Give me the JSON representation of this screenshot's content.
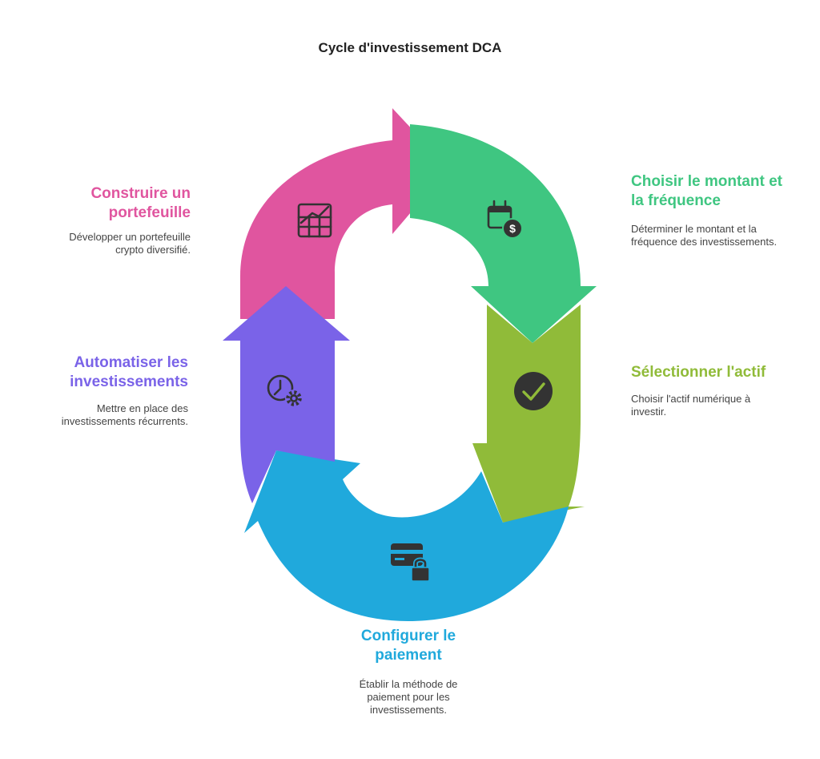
{
  "title": "Cycle d'investissement DCA",
  "colors": {
    "pink": "#e0559f",
    "green": "#3fc681",
    "olive": "#90bb39",
    "blue": "#20a9dc",
    "purple": "#7a63e8",
    "icon": "#333333"
  },
  "steps": [
    {
      "title": "Choisir le montant et la fréquence",
      "description": "Déterminer le montant et la fréquence des investissements.",
      "icon": "calendar-dollar-icon",
      "color": "#3fc681"
    },
    {
      "title": "Sélectionner l'actif",
      "description": "Choisir l'actif numérique à investir.",
      "icon": "check-circle-icon",
      "color": "#90bb39"
    },
    {
      "title": "Configurer le paiement",
      "description": "Établir la méthode de paiement pour les investissements.",
      "icon": "credit-card-lock-icon",
      "color": "#20a9dc"
    },
    {
      "title": "Automatiser les investissements",
      "description": "Mettre en place des investissements récurrents.",
      "icon": "clock-gear-icon",
      "color": "#7a63e8"
    },
    {
      "title": "Construire un portefeuille",
      "description": "Développer un portefeuille crypto diversifié.",
      "icon": "growth-chart-icon",
      "color": "#e0559f"
    }
  ]
}
